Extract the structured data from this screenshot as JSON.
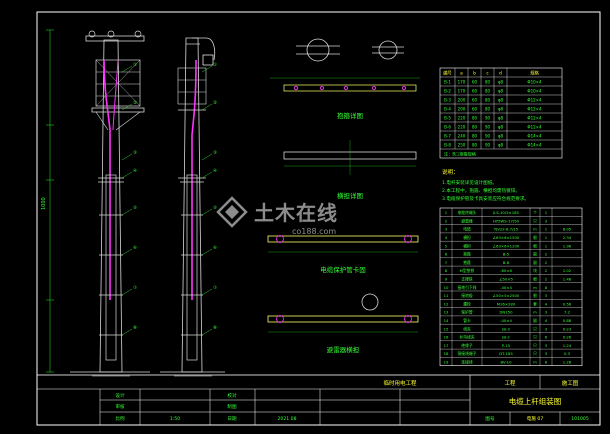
{
  "colors": {
    "background": "#000000",
    "frame": "#ffffff",
    "structure": "#d8d8d8",
    "cable": "#ff33ff",
    "annotation": "#33ff33",
    "dimension": "#22cc22",
    "text_highlight": "#ffff33",
    "table_line": "#ffffff",
    "table_text": "#33ff33",
    "watermark": "#ffffff"
  },
  "watermark": {
    "cn": "土木在线",
    "en": "co188.com"
  },
  "elevation_left": {
    "height_dim": "1000",
    "leader_labels": [
      "①",
      "②",
      "③",
      "④",
      "⑤",
      "⑥",
      "⑦",
      "⑧"
    ]
  },
  "details": {
    "hoop_title": "抱箍详图",
    "crossarm_title": "横担详图",
    "bracket_title": "电缆保护管卡固",
    "bottom_title": "避雷器横担"
  },
  "material_table": {
    "headers": [
      "编号",
      "a",
      "b",
      "c",
      "d",
      "规格"
    ],
    "rows": [
      [
        "B-1",
        "170",
        "60",
        "80",
        "φ8",
        "Φ10×4"
      ],
      [
        "B-2",
        "170",
        "60",
        "80",
        "φ8",
        "Φ10×4"
      ],
      [
        "B-3",
        "200",
        "60",
        "80",
        "φ8",
        "Φ12×4"
      ],
      [
        "B-4",
        "200",
        "60",
        "80",
        "φ8",
        "Φ12×4"
      ],
      [
        "B-5",
        "220",
        "80",
        "90",
        "φ8",
        "Φ12×4"
      ],
      [
        "B-6",
        "220",
        "80",
        "90",
        "φ8",
        "Φ12×4"
      ],
      [
        "B-7",
        "240",
        "80",
        "90",
        "φ8",
        "Φ14×4"
      ],
      [
        "B-8",
        "250",
        "80",
        "90",
        "φ8",
        "Φ14×4"
      ]
    ],
    "footer": "注：B□抱箍规格"
  },
  "notes": {
    "title": "说明：",
    "lines": [
      "1.电杆安装详见设计图纸。",
      "2.本工程中，抱箍、横担均需热镀锌。",
      "3.电缆保护管及卡具安装应符合规范要求。"
    ]
  },
  "parts_table": {
    "rows": [
      [
        "1",
        "电缆终端头",
        "JLS-10/3×185",
        "个",
        "1",
        ""
      ],
      [
        "2",
        "避雷器",
        "HY5WS-17/50",
        "只",
        "3",
        ""
      ],
      [
        "3",
        "电缆",
        "YJV22-8.7/15",
        "m",
        "1",
        "8.05"
      ],
      [
        "4",
        "横担",
        "∠63×6×1500",
        "根",
        "1",
        "2.34"
      ],
      [
        "5",
        "横担",
        "∠63×6×1200",
        "根",
        "1",
        "1.96"
      ],
      [
        "6",
        "抱箍",
        "B-5",
        "副",
        "2",
        ""
      ],
      [
        "7",
        "抱箍",
        "B-6",
        "副",
        "2",
        ""
      ],
      [
        "8",
        "M型垫铁",
        "-60×6",
        "块",
        "2",
        "1.02"
      ],
      [
        "9",
        "支撑铁",
        "∠50×5",
        "根",
        "2",
        "1.48"
      ],
      [
        "10",
        "接地引下线",
        "-40×4",
        "m",
        "8",
        ""
      ],
      [
        "11",
        "接地极",
        "∠50×5×2500",
        "根",
        "3",
        ""
      ],
      [
        "12",
        "螺栓",
        "M16×280",
        "套",
        "4",
        "0.56"
      ],
      [
        "13",
        "保护管",
        "DN150",
        "m",
        "3",
        "7.2"
      ],
      [
        "14",
        "管卡",
        "-40×4",
        "副",
        "4",
        "0.88"
      ],
      [
        "15",
        "线夹",
        "JB-3",
        "只",
        "3",
        "0.23"
      ],
      [
        "16",
        "并沟线夹",
        "JB-2",
        "只",
        "6",
        "0.26"
      ],
      [
        "17",
        "绝缘子",
        "P-15",
        "只",
        "3",
        "1.24"
      ],
      [
        "18",
        "铜接线端子",
        "DT-185",
        "只",
        "3",
        "0.3"
      ],
      [
        "19",
        "连接线",
        "BV-10",
        "m",
        "6",
        "1.28"
      ]
    ]
  },
  "title_block": {
    "company": "临时用电工程",
    "project": "工程",
    "stage": "施工图",
    "title": "电缆上杆组装图",
    "label_designer": "设计",
    "label_checker": "校对",
    "label_reviewer": "审核",
    "label_drawn": "制图",
    "scale_label": "比例",
    "scale_value": "1:50",
    "date_label": "日期",
    "date_value": "2021.08",
    "sheet_label": "图号",
    "sheet_value": "电施 07",
    "page_label": "页号",
    "page_value": "101005"
  }
}
